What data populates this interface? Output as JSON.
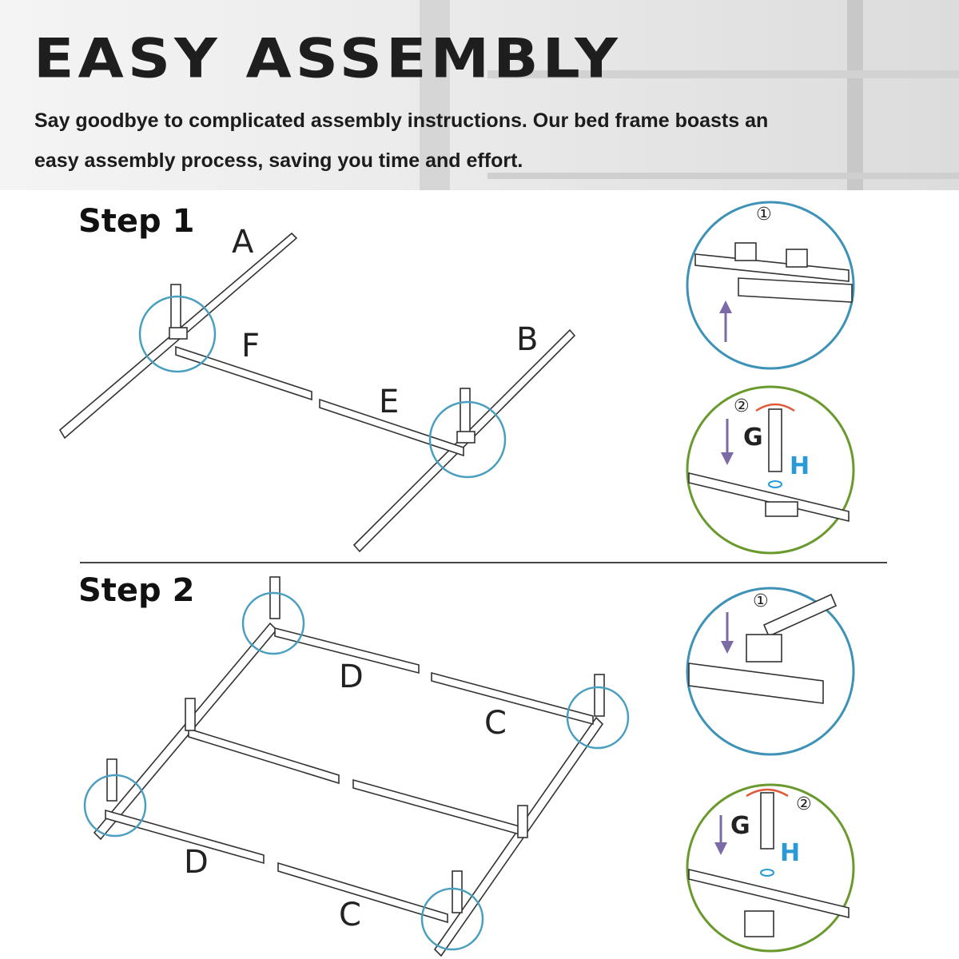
{
  "header": {
    "title": "EASY ASSEMBLY",
    "subtitle": "Say goodbye to complicated assembly instructions. Our bed frame boasts an easy assembly process, saving you time and effort."
  },
  "step1": {
    "title": "Step 1",
    "parts": {
      "a": "A",
      "b": "B",
      "e": "E",
      "f": "F"
    },
    "detail1": {
      "marker": "①"
    },
    "detail2": {
      "marker": "②",
      "g": "G",
      "h": "H"
    }
  },
  "step2": {
    "title": "Step 2",
    "parts": {
      "d_top": "D",
      "c_top": "C",
      "d_bottom": "D",
      "c_bottom": "C"
    },
    "detail1": {
      "marker": "①"
    },
    "detail2": {
      "marker": "②",
      "g": "G",
      "h": "H"
    }
  },
  "colors": {
    "highlight_circle": "#4a9fc0",
    "detail_ring_blue": "#3e92b8",
    "detail_ring_green": "#6a9a2e",
    "arrow": "#7b6aa6",
    "rotate_arrow": "#e05a3a",
    "h_label": "#2a9ad6"
  }
}
